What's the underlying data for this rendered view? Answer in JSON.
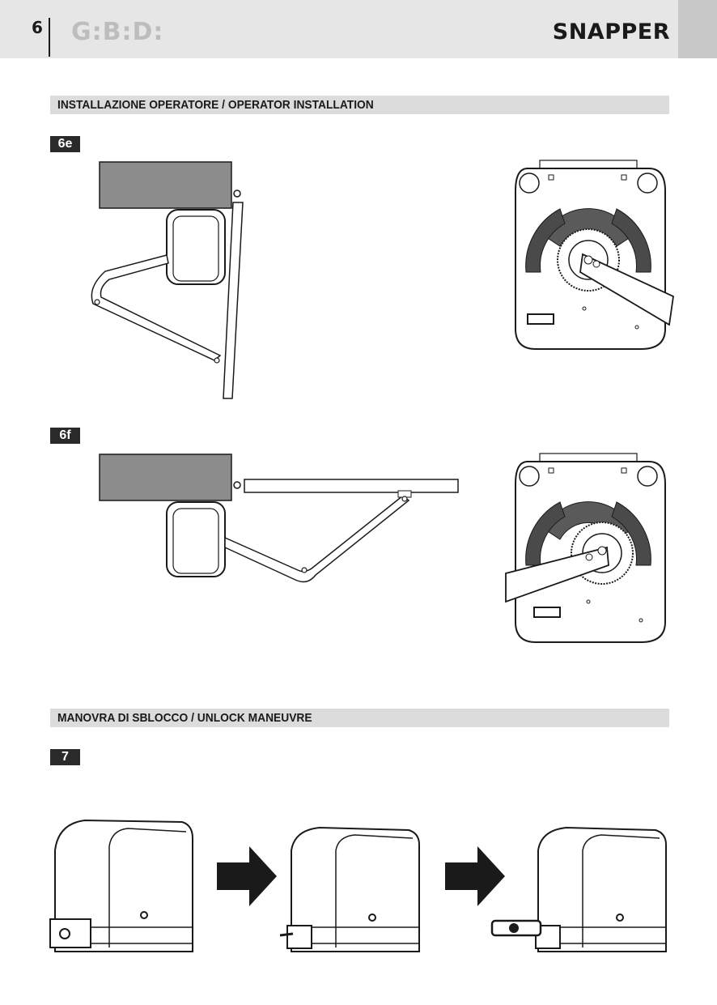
{
  "header": {
    "page_number": "6",
    "logo_text": "G:B:D:",
    "product_name": "SNAPPER"
  },
  "sections": [
    {
      "title": "INSTALLAZIONE OPERATORE  / OPERATOR INSTALLATION"
    },
    {
      "title": "MANOVRA DI SBLOCCO / UNLOCK MANEUVRE"
    }
  ],
  "figures": {
    "fig_6e": {
      "label": "6e"
    },
    "fig_6f": {
      "label": "6f"
    },
    "fig_7": {
      "label": "7"
    }
  },
  "colors": {
    "header_bg": "#e6e6e6",
    "section_bar_bg": "#dcdcdc",
    "label_bg": "#2a2a2a",
    "pillar_fill": "#8c8c8c"
  }
}
